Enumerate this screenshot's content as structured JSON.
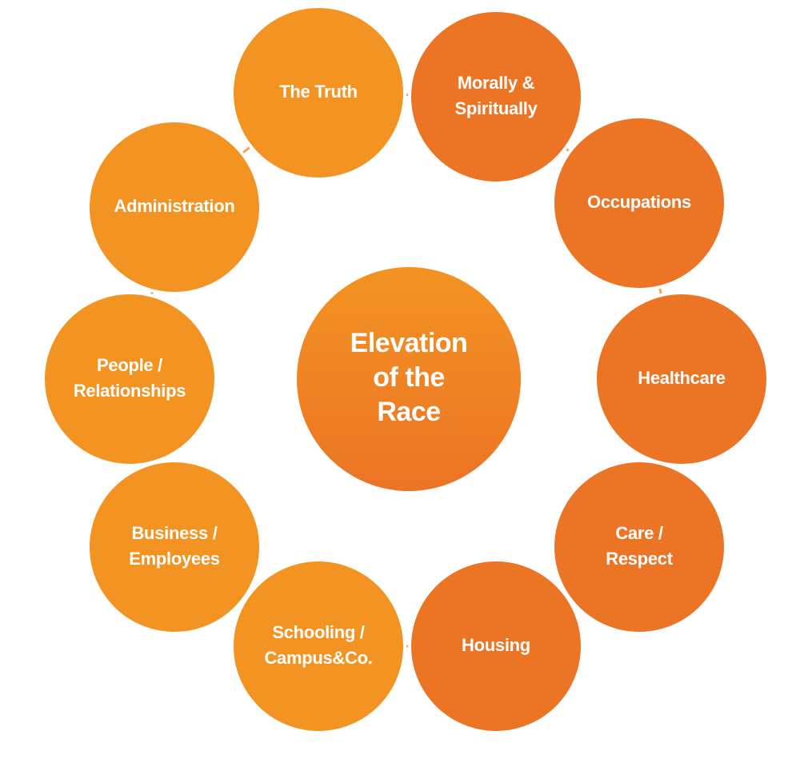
{
  "diagram": {
    "center": {
      "label_lines": [
        "Elevation",
        "of the",
        "Race"
      ]
    },
    "nodes": [
      {
        "label_lines": [
          "The Truth"
        ],
        "color": "#f39322"
      },
      {
        "label_lines": [
          "Morally &",
          "Spiritually"
        ],
        "color": "#ec7425"
      },
      {
        "label_lines": [
          "Occupations"
        ],
        "color": "#ec7425"
      },
      {
        "label_lines": [
          "Healthcare"
        ],
        "color": "#ec7425"
      },
      {
        "label_lines": [
          "Care /",
          "Respect"
        ],
        "color": "#ec7425"
      },
      {
        "label_lines": [
          "Housing"
        ],
        "color": "#ec7425"
      },
      {
        "label_lines": [
          "Schooling /",
          "Campus&Co."
        ],
        "color": "#f39322"
      },
      {
        "label_lines": [
          "Business /",
          "Employees"
        ],
        "color": "#f39322"
      },
      {
        "label_lines": [
          "People /",
          "Relationships"
        ],
        "color": "#f39322"
      },
      {
        "label_lines": [
          "Administration"
        ],
        "color": "#f39322"
      }
    ],
    "colors": {
      "light_orange": "#f39322",
      "dark_orange": "#ec7425",
      "connector": "#f2a65a",
      "text": "#ffffff"
    }
  }
}
